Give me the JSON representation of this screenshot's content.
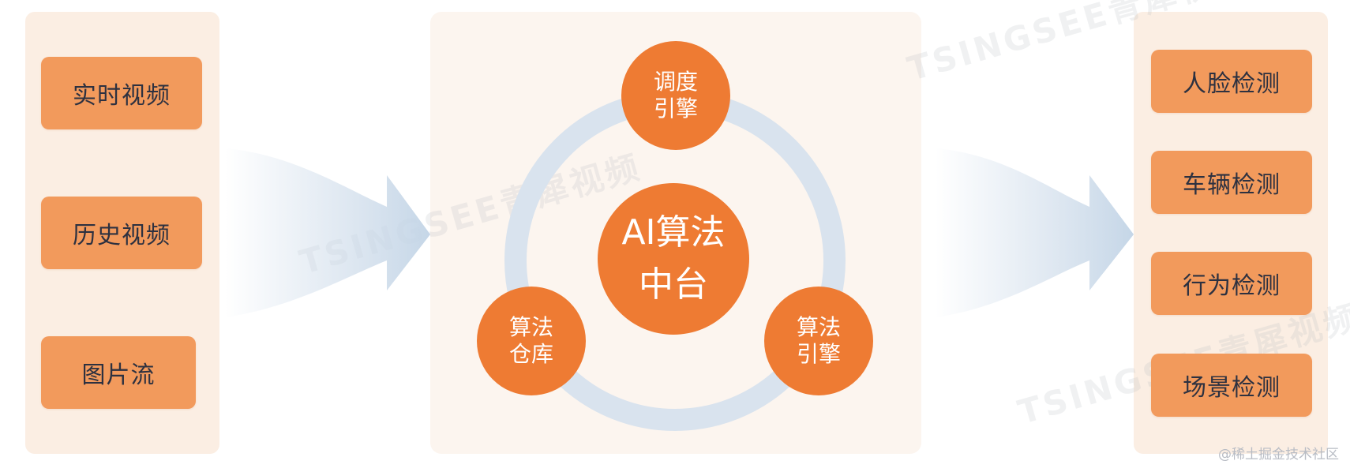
{
  "inputs": [
    "实时视频",
    "历史视频",
    "图片流"
  ],
  "center": {
    "line1": "AI算法",
    "line2": "中台",
    "top": [
      "调度",
      "引擎"
    ],
    "left": [
      "算法",
      "仓库"
    ],
    "right": [
      "算法",
      "引擎"
    ]
  },
  "outputs": [
    "人脸检测",
    "车辆检测",
    "行为检测",
    "场景检测"
  ],
  "watermark": "TSINGSEE青犀视频",
  "credit": "@稀土掘金技术社区",
  "colors": {
    "panel": "#fbeee3",
    "box": "#f29a5c",
    "circle": "#ee7b33",
    "ring": "#d9e3ee",
    "arrow": "#c9d8e8"
  }
}
